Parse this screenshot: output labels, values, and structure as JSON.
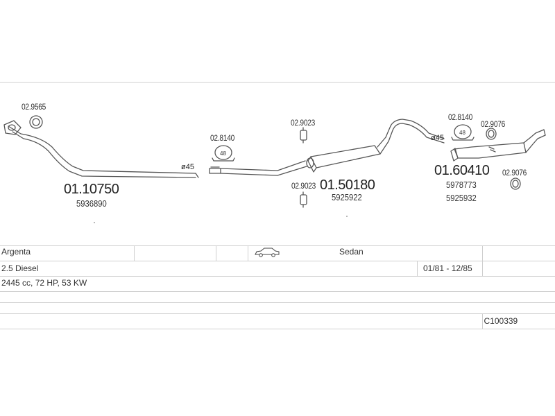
{
  "diagram": {
    "parts": [
      {
        "id": "front-pipe",
        "ref": "01.10750",
        "oe": [
          "5936890"
        ]
      },
      {
        "id": "middle-silencer",
        "ref": "01.50180",
        "oe": [
          "5925922"
        ]
      },
      {
        "id": "rear-silencer",
        "ref": "01.60410",
        "oe": [
          "5978773",
          "5925932"
        ]
      }
    ],
    "accessories": [
      {
        "ref": "02.9565"
      },
      {
        "ref": "02.8140",
        "badge": "48"
      },
      {
        "ref": "02.9023"
      },
      {
        "ref": "02.9023"
      },
      {
        "ref": "02.8140",
        "badge": "48"
      },
      {
        "ref": "02.9076"
      },
      {
        "ref": "02.9076"
      }
    ],
    "diameters": [
      "ø45",
      "ø45"
    ]
  },
  "vehicle": {
    "model": "Argenta",
    "body": "Sedan",
    "engine": "2.5 Diesel",
    "years": "01/81 - 12/85",
    "spec": "2445 cc, 72 HP, 53 KW",
    "code": "C100339"
  },
  "icons": {
    "car": "car-sedan-icon"
  },
  "colors": {
    "line": "#555555",
    "frame": "#cfcfcf",
    "text": "#222222"
  }
}
